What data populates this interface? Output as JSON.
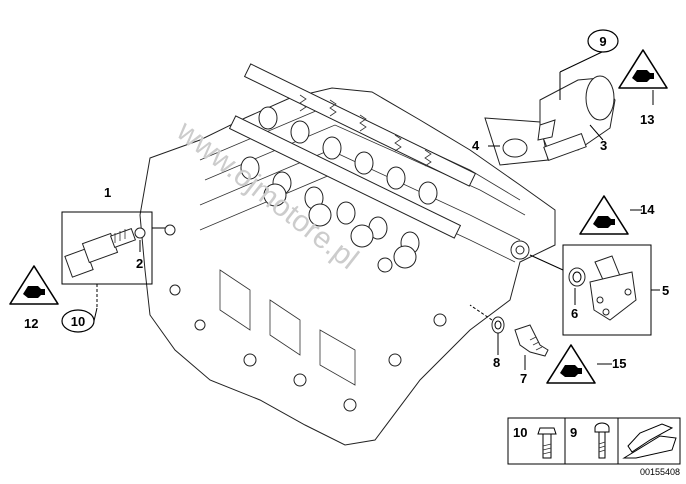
{
  "watermark": "www.ojmotore.pl",
  "callouts": {
    "c1": "1",
    "c2": "2",
    "c3": "3",
    "c4": "4",
    "c5": "5",
    "c6": "6",
    "c7": "7",
    "c8": "8",
    "c9": "9",
    "c10": "10",
    "c12": "12",
    "c13": "13",
    "c14": "14",
    "c15": "15"
  },
  "legend": {
    "bolt_left_label": "10",
    "bolt_right_label": "9"
  },
  "footer": {
    "diagram_number": "00155408"
  },
  "icons": [
    "warning-triangle-icon",
    "connector-plug-icon",
    "arrow-icon",
    "bolt-icon",
    "screw-icon"
  ]
}
